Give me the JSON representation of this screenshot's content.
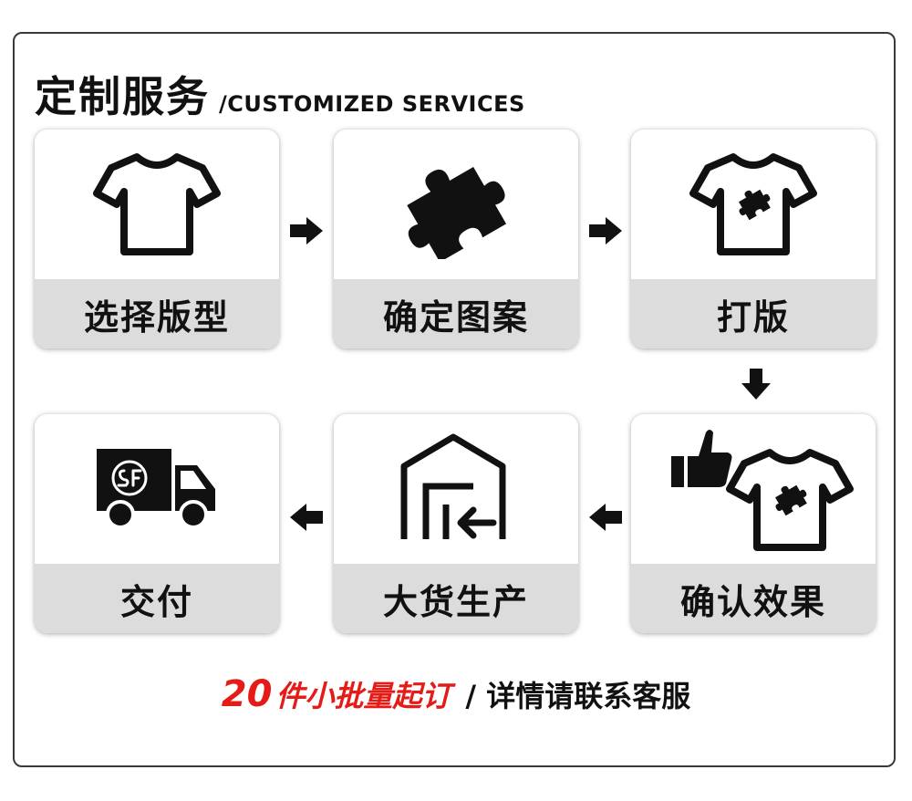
{
  "header": {
    "title_cn": "定制服务",
    "title_en": "/CUSTOMIZED SERVICES"
  },
  "steps": [
    {
      "label": "选择版型",
      "icon": "tshirt-outline-icon"
    },
    {
      "label": "确定图案",
      "icon": "puzzle-piece-icon"
    },
    {
      "label": "打版",
      "icon": "tshirt-puzzle-icon"
    },
    {
      "label": "确认效果",
      "icon": "thumbs-up-tshirt-icon"
    },
    {
      "label": "大货生产",
      "icon": "warehouse-icon"
    },
    {
      "label": "交付",
      "icon": "sf-delivery-truck-icon"
    }
  ],
  "footer": {
    "highlight_number": "20",
    "highlight_text": "件小批量起订",
    "note": "/ 详情请联系客服"
  },
  "colors": {
    "accent_red": "#e41b17",
    "label_bar": "#dcdcdc",
    "ink": "#111111"
  }
}
